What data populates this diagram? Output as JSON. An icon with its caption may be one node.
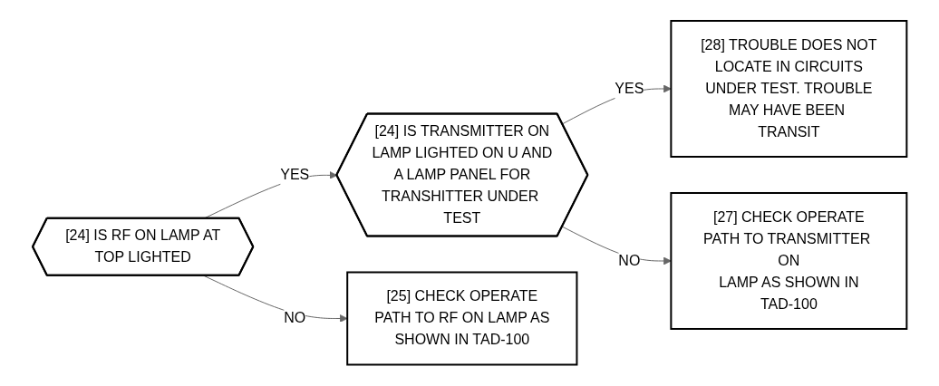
{
  "diagram": {
    "nodes": [
      {
        "text": [
          "[24] IS RF ON LAMP AT TOP LIGHTED"
        ]
      },
      {
        "text": [
          "[24] IS TRANSMITTER ON LAMP LIGHTED ON U AND A LAMP PANEL FOR TRANSHITTER UNDER TEST"
        ]
      },
      {
        "text": [
          "[28] TROUBLE DOES NOT LOCATE IN CIRCUITS UNDER TEST. TROUBLE MAY HAVE BEEN TRANSIT"
        ]
      },
      {
        "text": [
          "[25] CHECK OPERATE PATH TO RF ON LAMP AS SHOWN IN TAD-100"
        ]
      },
      {
        "text": [
          "[27] CHECK OPERATE PATH TO TRANSMITTER ON LAMP AS SHOWN IN TAD-100"
        ]
      }
    ],
    "edges": [
      {
        "from": 0,
        "to": 1,
        "arrow": "to",
        "label": "YES"
      },
      {
        "from": 1,
        "to": 2,
        "arrow": "to",
        "label": "YES"
      },
      {
        "from": 0,
        "to": 3,
        "arrow": "to",
        "label": "NO"
      },
      {
        "from": 1,
        "to": 4,
        "arrow": "to",
        "label": "NO"
      }
    ]
  }
}
